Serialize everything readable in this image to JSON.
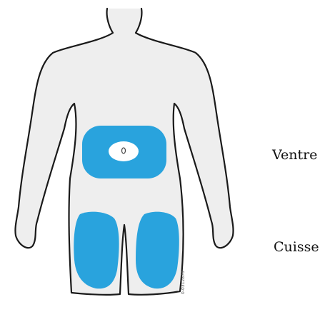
{
  "regions": {
    "abdomen": {
      "label": "Ventre"
    },
    "thigh": {
      "label": "Cuisse"
    }
  },
  "figure_code": "0-0312870",
  "colors": {
    "body_fill": "#eeeeee",
    "body_outline": "#1a1a1a",
    "injection_zone": "#29a3dd",
    "navel_area": "#ffffff"
  }
}
